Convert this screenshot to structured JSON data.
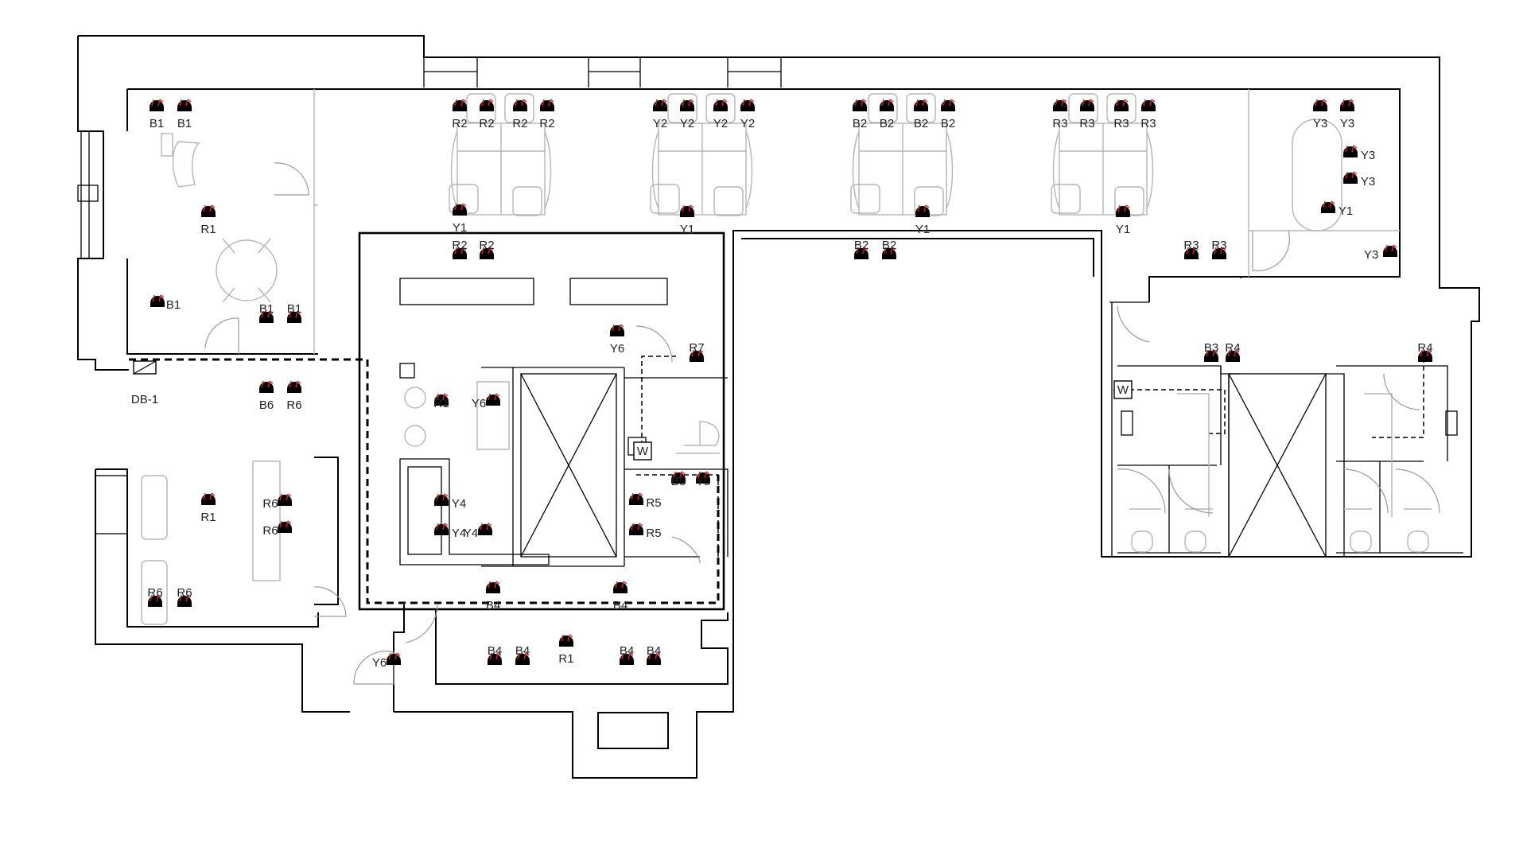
{
  "plan": {
    "labels": [
      "B1",
      "B1",
      "R1",
      "B1",
      "B1",
      "B1",
      "DB-1",
      "B6",
      "R6",
      "R1",
      "R6",
      "R6",
      "R6",
      "R6",
      "R2",
      "R2",
      "R2",
      "R2",
      "Y1",
      "Y2",
      "Y2",
      "Y2",
      "Y2",
      "Y1",
      "B2",
      "B2",
      "B2",
      "B2",
      "Y1",
      "R3",
      "R3",
      "R3",
      "R3",
      "Y1",
      "Y3",
      "Y3",
      "Y3",
      "Y3",
      "Y1",
      "Y3",
      "R2",
      "R2",
      "Y6",
      "R7",
      "R1",
      "Y6",
      "W",
      "Y4",
      "Y4",
      "Y4",
      "R5",
      "B5",
      "Y5",
      "R5",
      "B4",
      "B4",
      "R1",
      "B4",
      "B4",
      "B4",
      "B4",
      "Y6",
      "B2",
      "B2",
      "R3",
      "R3",
      "W",
      "B3",
      "R4",
      "R4"
    ]
  },
  "colors": {
    "wall": "#000000",
    "furniture": "#b5b5b5",
    "pin": "#e02020"
  }
}
